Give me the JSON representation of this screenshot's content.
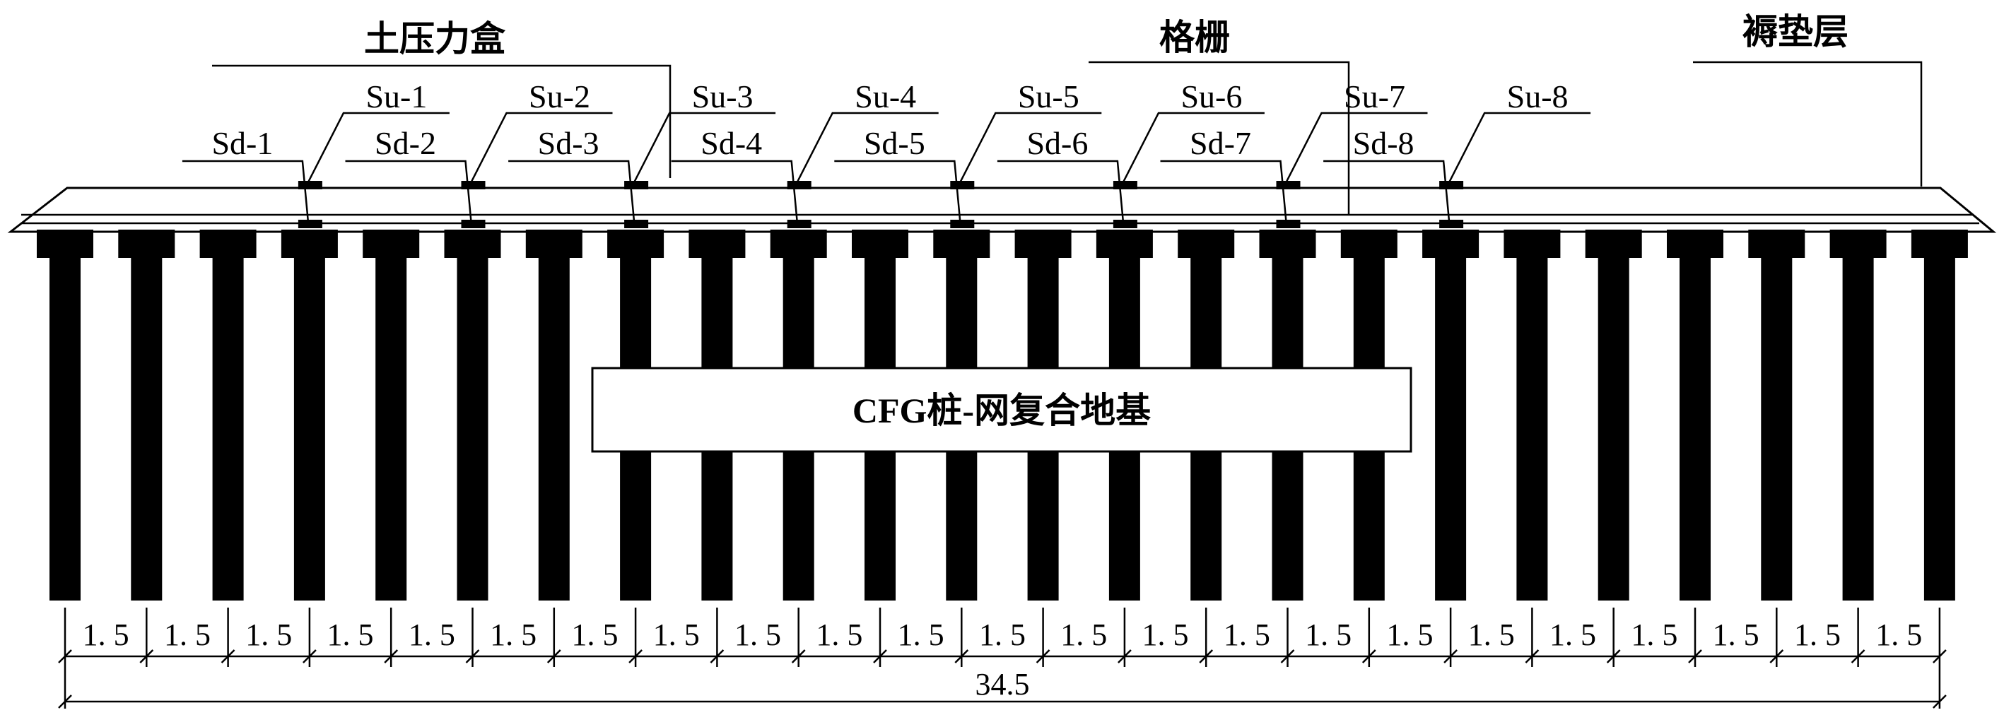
{
  "titles": {
    "pressure_box": "土压力盒",
    "geogrid": "格栅",
    "cushion": "褥垫层"
  },
  "center_label": "CFG桩-网复合地基",
  "sensors_upper": [
    "Su-1",
    "Su-2",
    "Su-3",
    "Su-4",
    "Su-5",
    "Su-6",
    "Su-7",
    "Su-8"
  ],
  "sensors_lower": [
    "Sd-1",
    "Sd-2",
    "Sd-3",
    "Sd-4",
    "Sd-5",
    "Sd-6",
    "Sd-7",
    "Sd-8"
  ],
  "spacings": [
    "1.5",
    "1.5",
    "1.5",
    "1.5",
    "1.5",
    "1.5",
    "1.5",
    "1.5",
    "1.5",
    "1.5",
    "1.5",
    "1.5",
    "1.5",
    "1.5",
    "1.5",
    "1.5",
    "1.5",
    "1.5",
    "1.5",
    "1.5",
    "1.5",
    "1.5",
    "1.5"
  ],
  "total_length": "34.5",
  "pile_count": 24,
  "colors": {
    "ink": "#000000",
    "background": "#ffffff"
  }
}
